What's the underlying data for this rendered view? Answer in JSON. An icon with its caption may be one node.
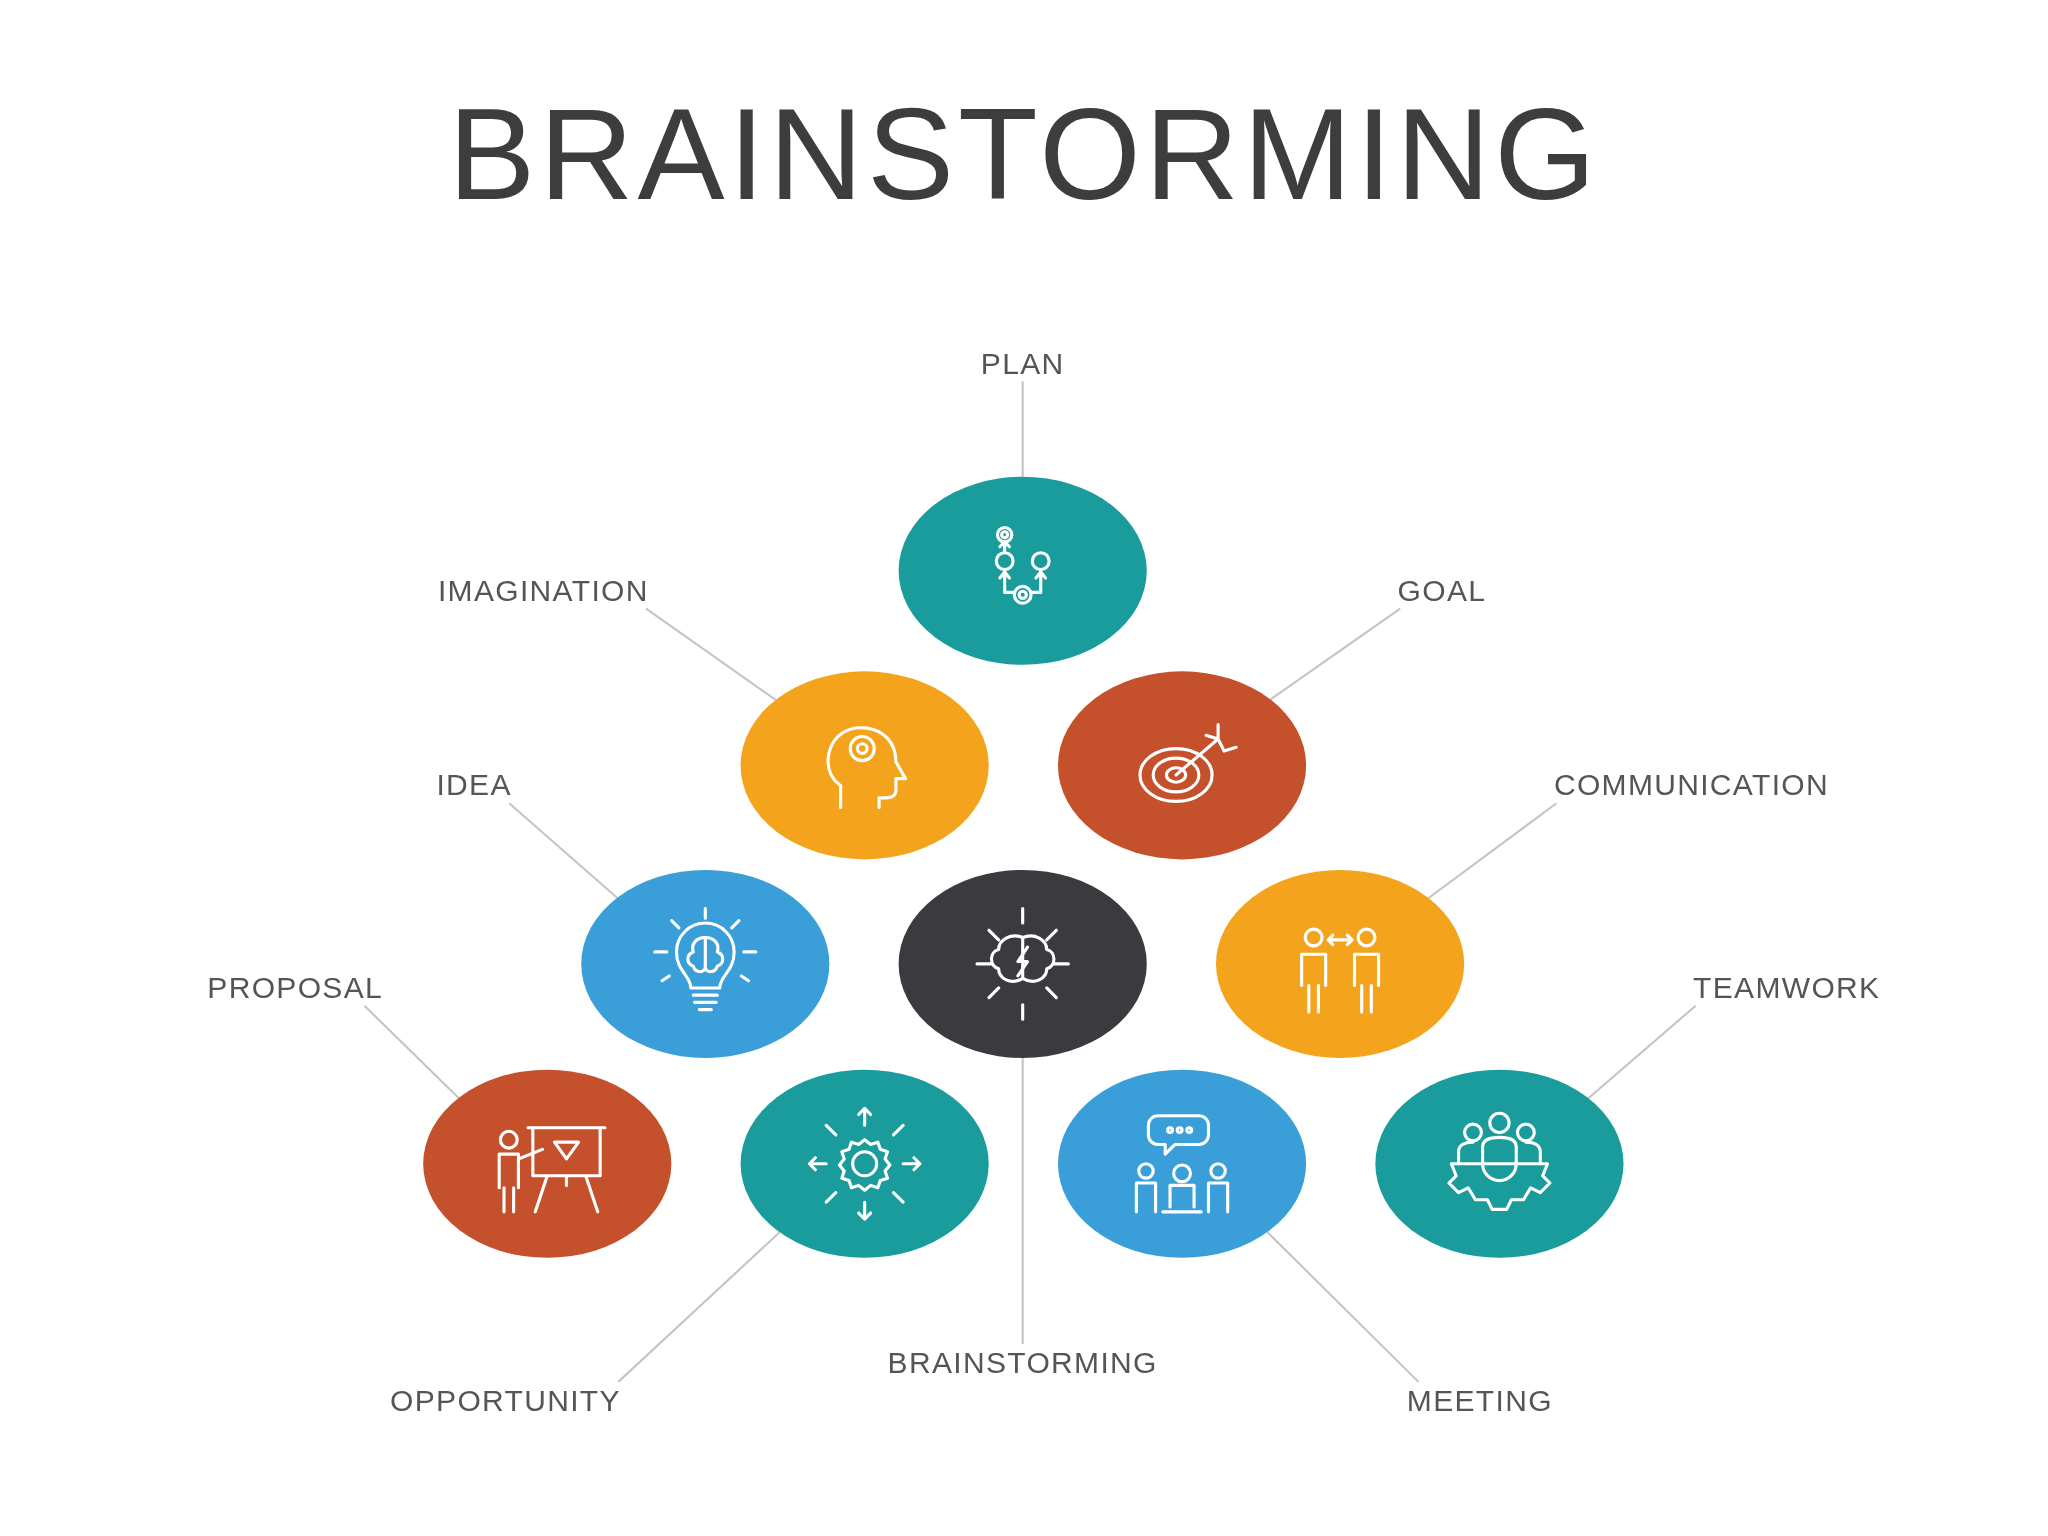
{
  "diagram": {
    "title": "BRAINSTORMING",
    "nodes": [
      {
        "text": [
          "PLAN"
        ]
      },
      {
        "text": [
          "IMAGINATION"
        ]
      },
      {
        "text": [
          "GOAL"
        ]
      },
      {
        "text": [
          "IDEA"
        ]
      },
      {
        "text": [
          "COMMUNICATION"
        ]
      },
      {
        "text": [
          "PROPOSAL"
        ]
      },
      {
        "text": [
          "TEAMWORK"
        ]
      },
      {
        "text": [
          "BRAINSTORMING"
        ]
      },
      {
        "text": [
          "OPPORTUNITY"
        ]
      },
      {
        "text": [
          "MEETING"
        ]
      },
      {
        "text": [],
        "shape": "circle"
      },
      {
        "text": [],
        "shape": "circle"
      },
      {
        "text": [],
        "shape": "circle"
      },
      {
        "text": [],
        "shape": "circle"
      },
      {
        "text": [],
        "shape": "circle"
      },
      {
        "text": [],
        "shape": "circle"
      },
      {
        "text": [],
        "shape": "circle"
      },
      {
        "text": [],
        "shape": "circle"
      },
      {
        "text": [],
        "shape": "circle"
      },
      {
        "text": [],
        "shape": "circle"
      }
    ],
    "edges": [
      {
        "from": 0,
        "to": 10,
        "arrow": "none"
      },
      {
        "from": 1,
        "to": 11,
        "arrow": "none"
      },
      {
        "from": 2,
        "to": 12,
        "arrow": "none"
      },
      {
        "from": 3,
        "to": 13,
        "arrow": "none"
      },
      {
        "from": 4,
        "to": 15,
        "arrow": "none"
      },
      {
        "from": 5,
        "to": 16,
        "arrow": "none"
      },
      {
        "from": 6,
        "to": 19,
        "arrow": "none"
      },
      {
        "from": 7,
        "to": 14,
        "arrow": "none"
      },
      {
        "from": 8,
        "to": 17,
        "arrow": "none"
      },
      {
        "from": 9,
        "to": 18,
        "arrow": "none"
      }
    ]
  }
}
